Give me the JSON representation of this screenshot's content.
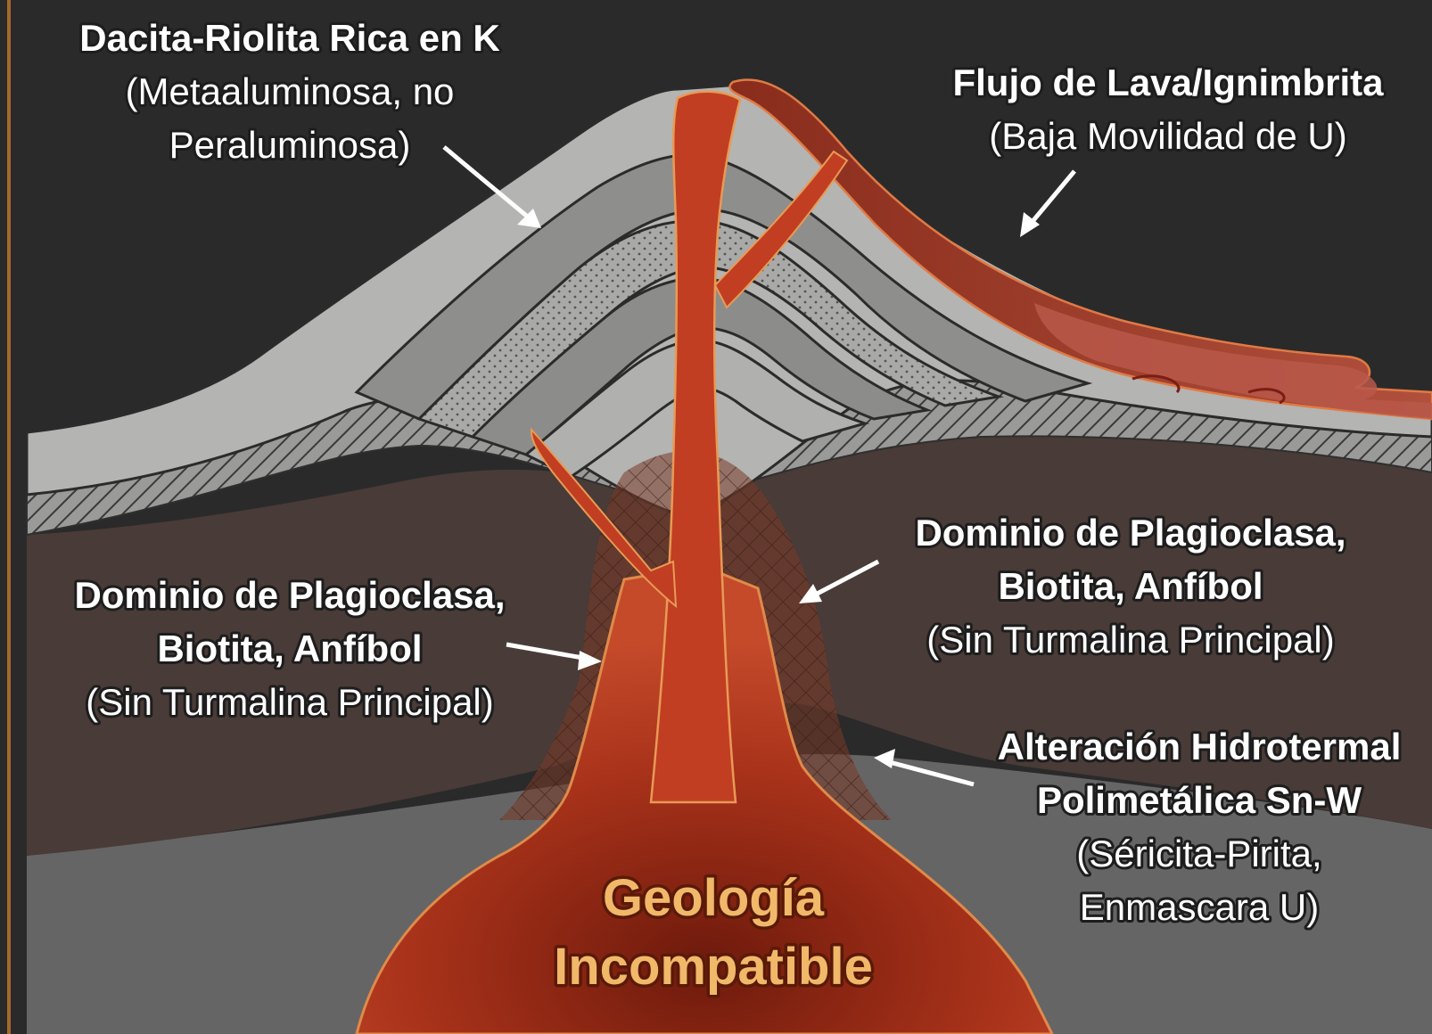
{
  "labels": {
    "dacita": {
      "title": "Dacita-Riolita Rica en K",
      "line2": "(Metaaluminosa, no",
      "line3": "Peraluminosa)"
    },
    "flujo": {
      "title": "Flujo de Lava/Ignimbrita",
      "line2": "(Baja Movilidad de U)"
    },
    "dominio_left": {
      "line1": "Dominio de Plagioclasa,",
      "line2": "Biotita, Anfíbol",
      "line3": "(Sin Turmalina Principal)"
    },
    "dominio_right": {
      "line1": "Dominio de Plagioclasa,",
      "line2": "Biotita, Anfíbol",
      "line3": "(Sin Turmalina Principal)"
    },
    "alteracion": {
      "line1": "Alteración Hidrotermal",
      "line2": "Polimetálica Sn-W",
      "line3": "(Séricita-Pirita,",
      "line4": "Enmascara U)"
    },
    "center": {
      "line1": "Geología",
      "line2": "Incompatible"
    }
  },
  "colors": {
    "background": "#2a2a2a",
    "volcano_light": "#b4b4b2",
    "volcano_mid": "#8f8f8d",
    "crust_brown": "#4a3c38",
    "basement_gray": "#666666",
    "magma_red": "#b8361c",
    "lava_flow": "#9c3a28",
    "accent_orange": "#c98a3a"
  }
}
